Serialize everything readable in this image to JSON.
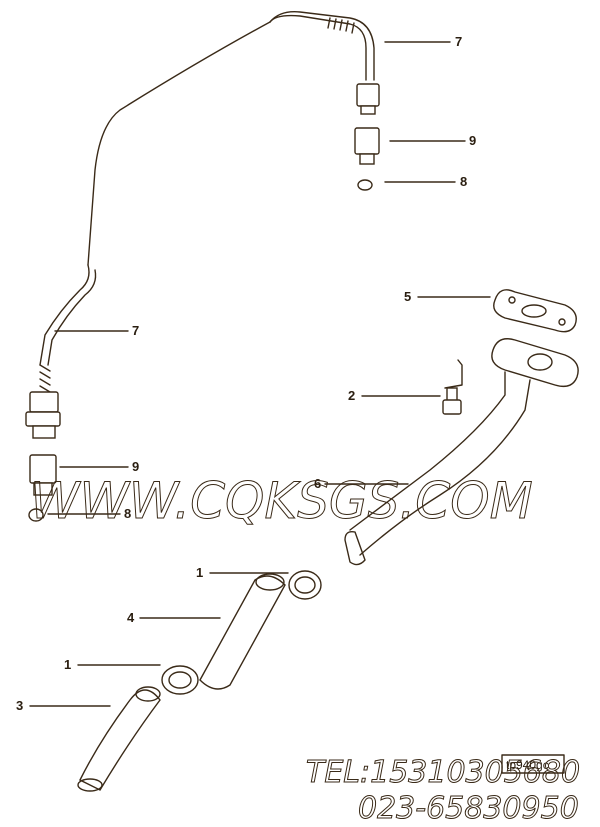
{
  "diagram": {
    "callouts": [
      {
        "label": "7"
      },
      {
        "label": "9"
      },
      {
        "label": "8"
      },
      {
        "label": "5"
      },
      {
        "label": "7"
      },
      {
        "label": "2"
      },
      {
        "label": "9"
      },
      {
        "label": "8"
      },
      {
        "label": "6"
      },
      {
        "label": "1"
      },
      {
        "label": "4"
      },
      {
        "label": "1"
      },
      {
        "label": "3"
      }
    ],
    "figure_tag": "tp940gc"
  },
  "watermark": {
    "site": "WWW.CQKSGS.COM",
    "tel": "TEL:15310305680",
    "phone": "023-65830950"
  },
  "colors": {
    "line": "#3a2a18",
    "background": "#ffffff"
  }
}
